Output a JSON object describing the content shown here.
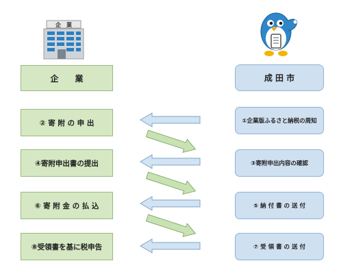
{
  "left_column": {
    "header": "企　　業",
    "steps": [
      "② 寄 附 の 申 出",
      "④寄附申出書の提出",
      "⑥ 寄 附 金 の 払 込",
      "⑧受領書を基に税申告"
    ]
  },
  "right_column": {
    "header": "成 田 市",
    "steps": [
      "①企業版ふるさと納税の周知",
      "③寄附申出内容の確認",
      "⑤ 納 付 書 の 送 付",
      "⑦ 受 領 書 の 送 付"
    ]
  },
  "building_sign": "企　業",
  "icons": {
    "left": "office-building-icon",
    "right": "mascot-bird-icon"
  },
  "colors": {
    "left_fill": "#d5e8c3",
    "left_border": "#97b97f",
    "right_fill": "#cfe0f1",
    "right_border": "#8fb2d3",
    "arrow_blue_fill": "#d2e3f3",
    "arrow_blue_stroke": "#7fa3c6",
    "arrow_green_fill": "#c9e2b3",
    "arrow_green_stroke": "#86ad6c"
  }
}
